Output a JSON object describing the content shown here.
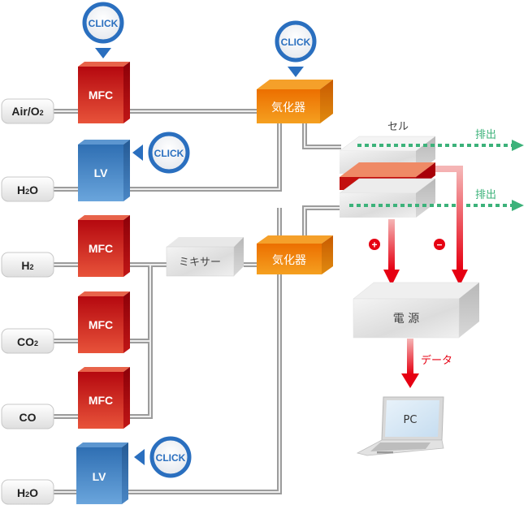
{
  "sources": [
    {
      "id": "air",
      "label": "Air/O",
      "sub": "2",
      "suffix": ""
    },
    {
      "id": "h2o_top",
      "label": "H",
      "sub": "2",
      "suffix": "O"
    },
    {
      "id": "h2",
      "label": "H",
      "sub": "2",
      "suffix": ""
    },
    {
      "id": "co2",
      "label": "CO",
      "sub": "2",
      "suffix": ""
    },
    {
      "id": "co",
      "label": "CO",
      "sub": "",
      "suffix": ""
    },
    {
      "id": "h2o_bottom",
      "label": "H",
      "sub": "2",
      "suffix": "O"
    }
  ],
  "devices": {
    "mfc_air": "MFC",
    "lv_top": "LV",
    "mfc_h2": "MFC",
    "mfc_co2": "MFC",
    "mfc_co": "MFC",
    "lv_bottom": "LV",
    "vaporizer_top": "気化器",
    "vaporizer_bottom": "気化器",
    "mixer": "ミキサー",
    "power_supply": "電 源",
    "pc": "PC"
  },
  "cell": {
    "label": "セル"
  },
  "exhaust": {
    "top": "排出",
    "bottom": "排出"
  },
  "data_label": "データ",
  "polarity": {
    "plus": "+",
    "minus": "−"
  },
  "click_badges": {
    "label": "CLICK"
  },
  "colors": {
    "mfc_red": "#c8161d",
    "lv_blue": "#3b7fc4",
    "vaporizer_orange": "#ef7d0b",
    "exhaust_green": "#3cb27a",
    "arrow_red": "#e60012",
    "click_blue": "#2a6fbf"
  }
}
